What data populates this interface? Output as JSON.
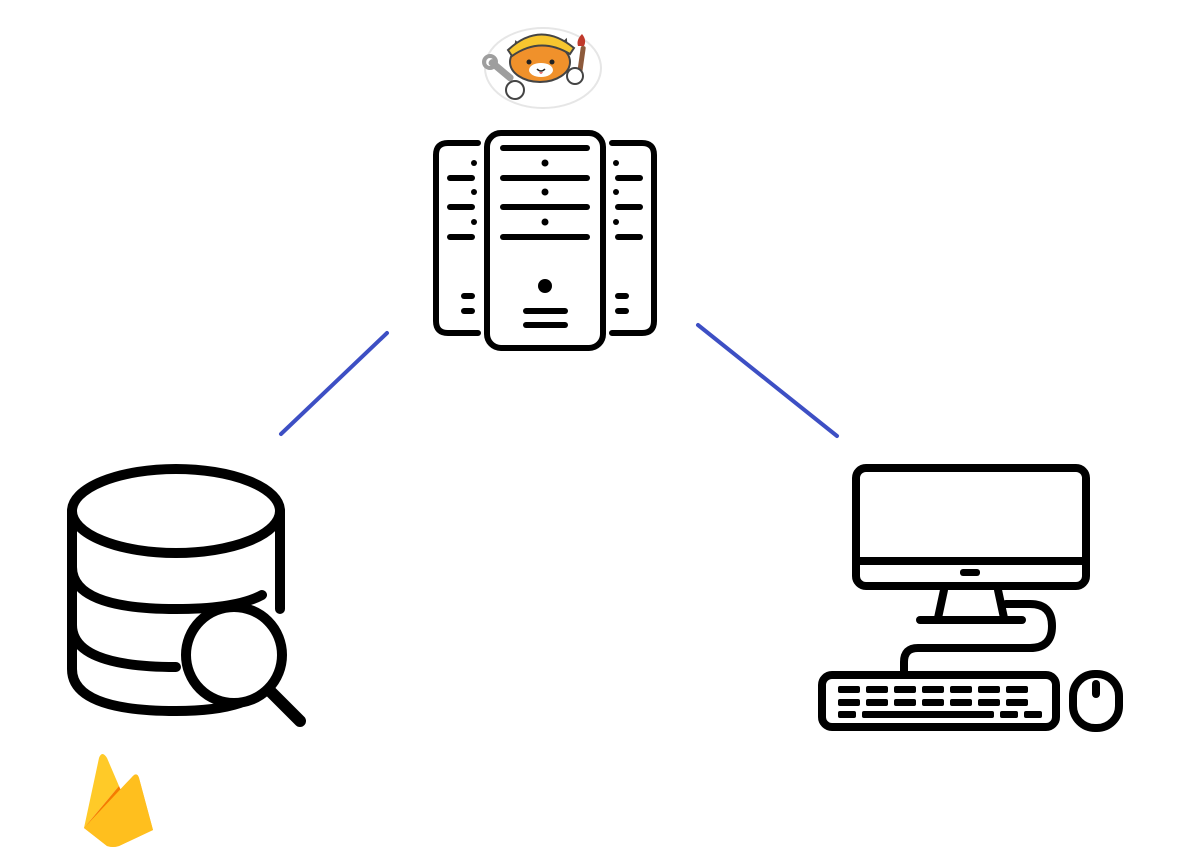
{
  "diagram": {
    "connector_color": "#3d4fc4",
    "icon_stroke": "#000000",
    "nodes": [
      {
        "id": "server",
        "icon": "server-rack-icon",
        "badge": "cat-mascot-icon"
      },
      {
        "id": "database",
        "icon": "database-search-icon",
        "badge": "firebase-flame-icon"
      },
      {
        "id": "client",
        "icon": "desktop-computer-icon"
      }
    ],
    "edges": [
      {
        "from": "server",
        "to": "database"
      },
      {
        "from": "server",
        "to": "client"
      }
    ],
    "colors": {
      "cat_orange": "#f0912b",
      "hardhat_yellow": "#f7c62f",
      "firebase_yellow": "#ffca28",
      "firebase_orange": "#ffa000",
      "firebase_red": "#f57c00"
    }
  }
}
